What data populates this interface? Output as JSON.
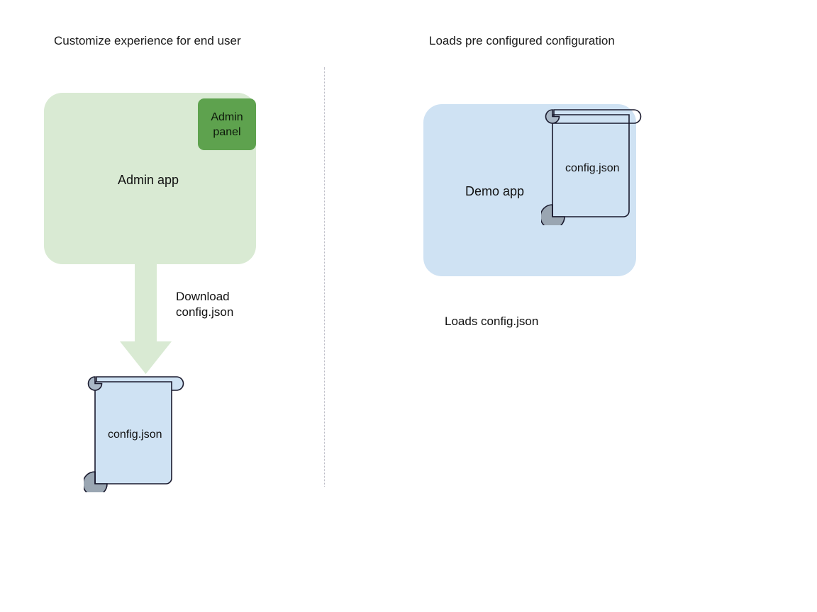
{
  "diagram": {
    "background_color": "#ffffff",
    "left_panel": {
      "title": "Customize experience for end user",
      "app": {
        "label": "Admin app",
        "fill": "#d9ead3"
      },
      "admin_panel": {
        "label": "Admin panel",
        "fill": "#5ea24e"
      },
      "arrow": {
        "caption_line1": "Download",
        "caption_line2": "config.json",
        "fill": "#d9ead3",
        "direction": "down"
      },
      "document": {
        "label": "config.json",
        "fill": "#cfe2f3",
        "stroke": "#1a1a2e"
      }
    },
    "right_panel": {
      "title": "Loads pre configured configuration",
      "app": {
        "label": "Demo app",
        "fill": "#cfe2f3"
      },
      "document": {
        "label": "config.json",
        "fill": "none",
        "stroke": "#1a1a2e"
      },
      "caption": "Loads config.json"
    },
    "divider": {
      "style": "dotted",
      "color": "#b9b9c4"
    }
  }
}
